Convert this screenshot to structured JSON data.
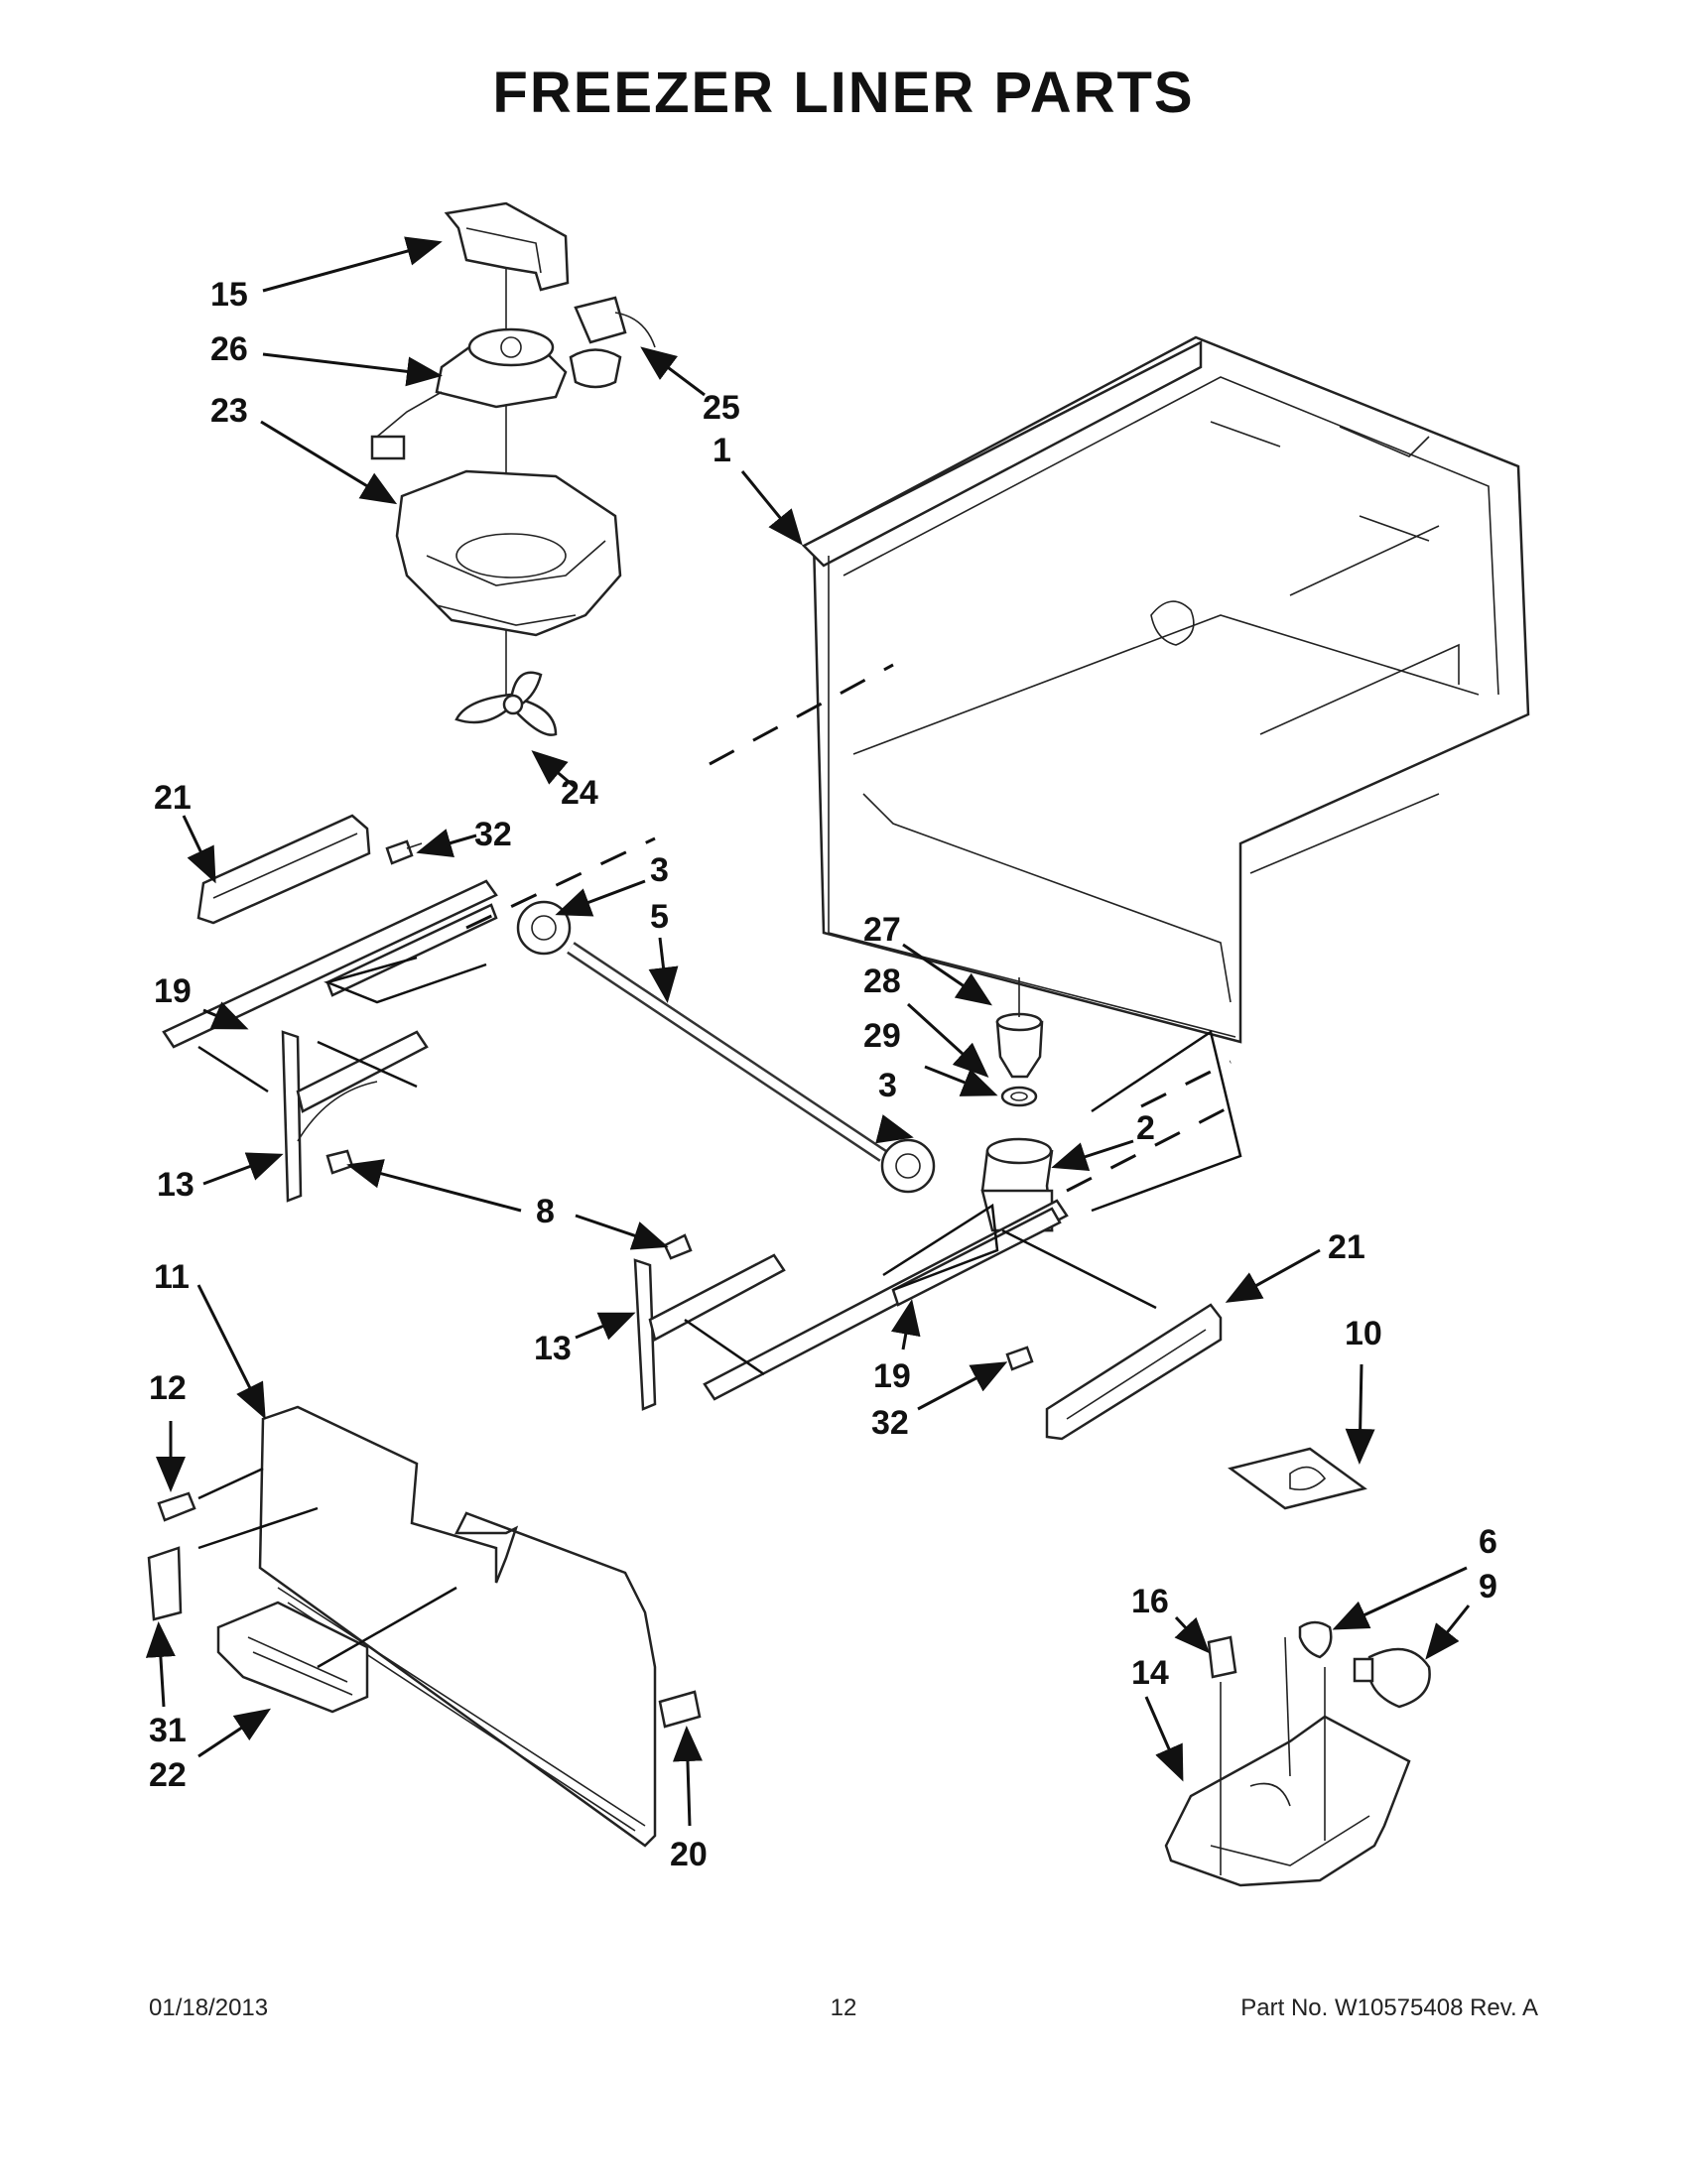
{
  "title": "FREEZER LINER PARTS",
  "footer": {
    "date": "01/18/2013",
    "page": "12",
    "part_number": "Part No.  W10575408  Rev.  A"
  },
  "callouts": {
    "c15": "15",
    "c26": "26",
    "c23": "23",
    "c25": "25",
    "c1": "1",
    "c24": "24",
    "c21a": "21",
    "c32a": "32",
    "c3a": "3",
    "c5": "5",
    "c19a": "19",
    "c27": "27",
    "c28": "28",
    "c29": "29",
    "c3b": "3",
    "c2": "2",
    "c13a": "13",
    "c8": "8",
    "c21b": "21",
    "c11": "11",
    "c13b": "13",
    "c19b": "19",
    "c32b": "32",
    "c10": "10",
    "c12": "12",
    "c6": "6",
    "c9": "9",
    "c16": "16",
    "c14": "14",
    "c31": "31",
    "c22": "22",
    "c20": "20"
  }
}
